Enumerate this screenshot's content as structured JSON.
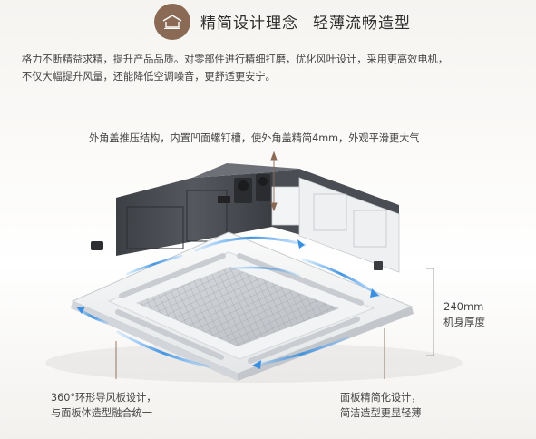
{
  "header": {
    "badge_icon": "roof-outline-icon",
    "title_part1": "精简设计理念",
    "title_part2": "轻薄流畅造型"
  },
  "intro": {
    "line1": "格力不断精益求精，提升产品品质。对零部件进行精细打磨，优化风叶设计，采用更高效电机，",
    "line2": "不仅大幅提升风量，还能降低空调噪音，更舒适更安宁。"
  },
  "callouts": {
    "top": "外角盖推压结构，内置凹面螺钉槽，使外角盖精简4mm，外观平滑更大气",
    "thickness_value": "240mm",
    "thickness_label": "机身厚度",
    "left_line1": "360°环形导风板设计，",
    "left_line2": "与面板体造型融合统一",
    "right_line1": "面板精简化设计，",
    "right_line2": "简洁造型更显轻薄"
  },
  "colors": {
    "accent": "#8a6a55",
    "airflow": "#3b8fe0"
  }
}
